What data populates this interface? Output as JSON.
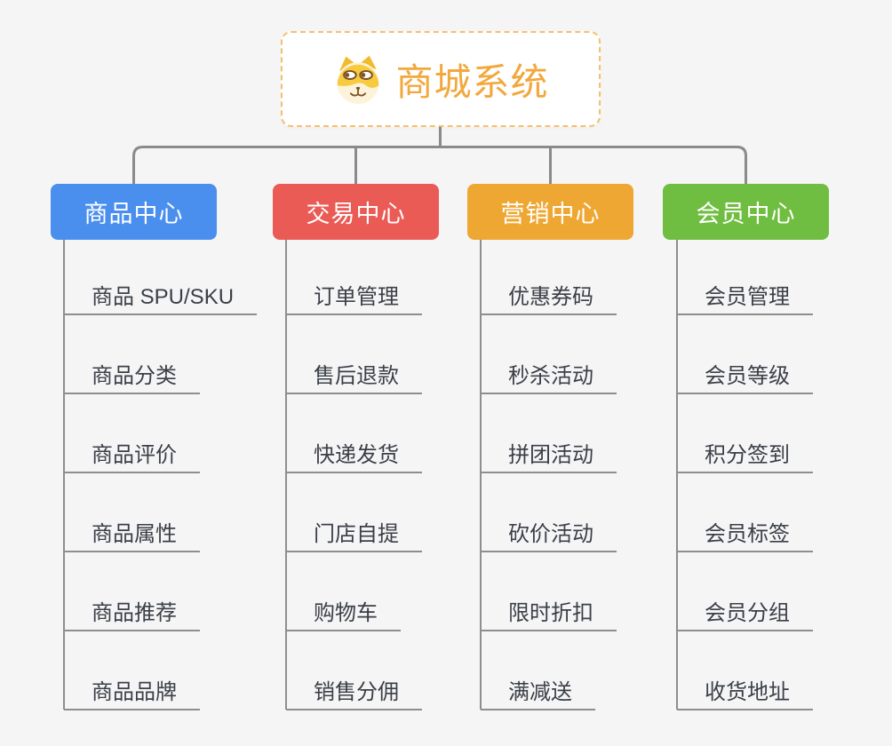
{
  "page": {
    "background_color": "#f5f5f6",
    "connector_color": "#8a8a8a",
    "leaf_text_color": "#3b4047"
  },
  "root": {
    "title": "商城系统",
    "icon": "dog-face-icon",
    "text_color": "#f2a83d",
    "border_color": "#f5c06e",
    "background_color": "#ffffff"
  },
  "branches": [
    {
      "label": "商品中心",
      "color": "#4a8fee",
      "children": [
        "商品 SPU/SKU",
        "商品分类",
        "商品评价",
        "商品属性",
        "商品推荐",
        "商品品牌"
      ]
    },
    {
      "label": "交易中心",
      "color": "#ea5b55",
      "children": [
        "订单管理",
        "售后退款",
        "快递发货",
        "门店自提",
        "购物车",
        "销售分佣"
      ]
    },
    {
      "label": "营销中心",
      "color": "#efa733",
      "children": [
        "优惠券码",
        "秒杀活动",
        "拼团活动",
        "砍价活动",
        "限时折扣",
        "满减送"
      ]
    },
    {
      "label": "会员中心",
      "color": "#6fbe41",
      "children": [
        "会员管理",
        "会员等级",
        "积分签到",
        "会员标签",
        "会员分组",
        "收货地址"
      ]
    }
  ]
}
